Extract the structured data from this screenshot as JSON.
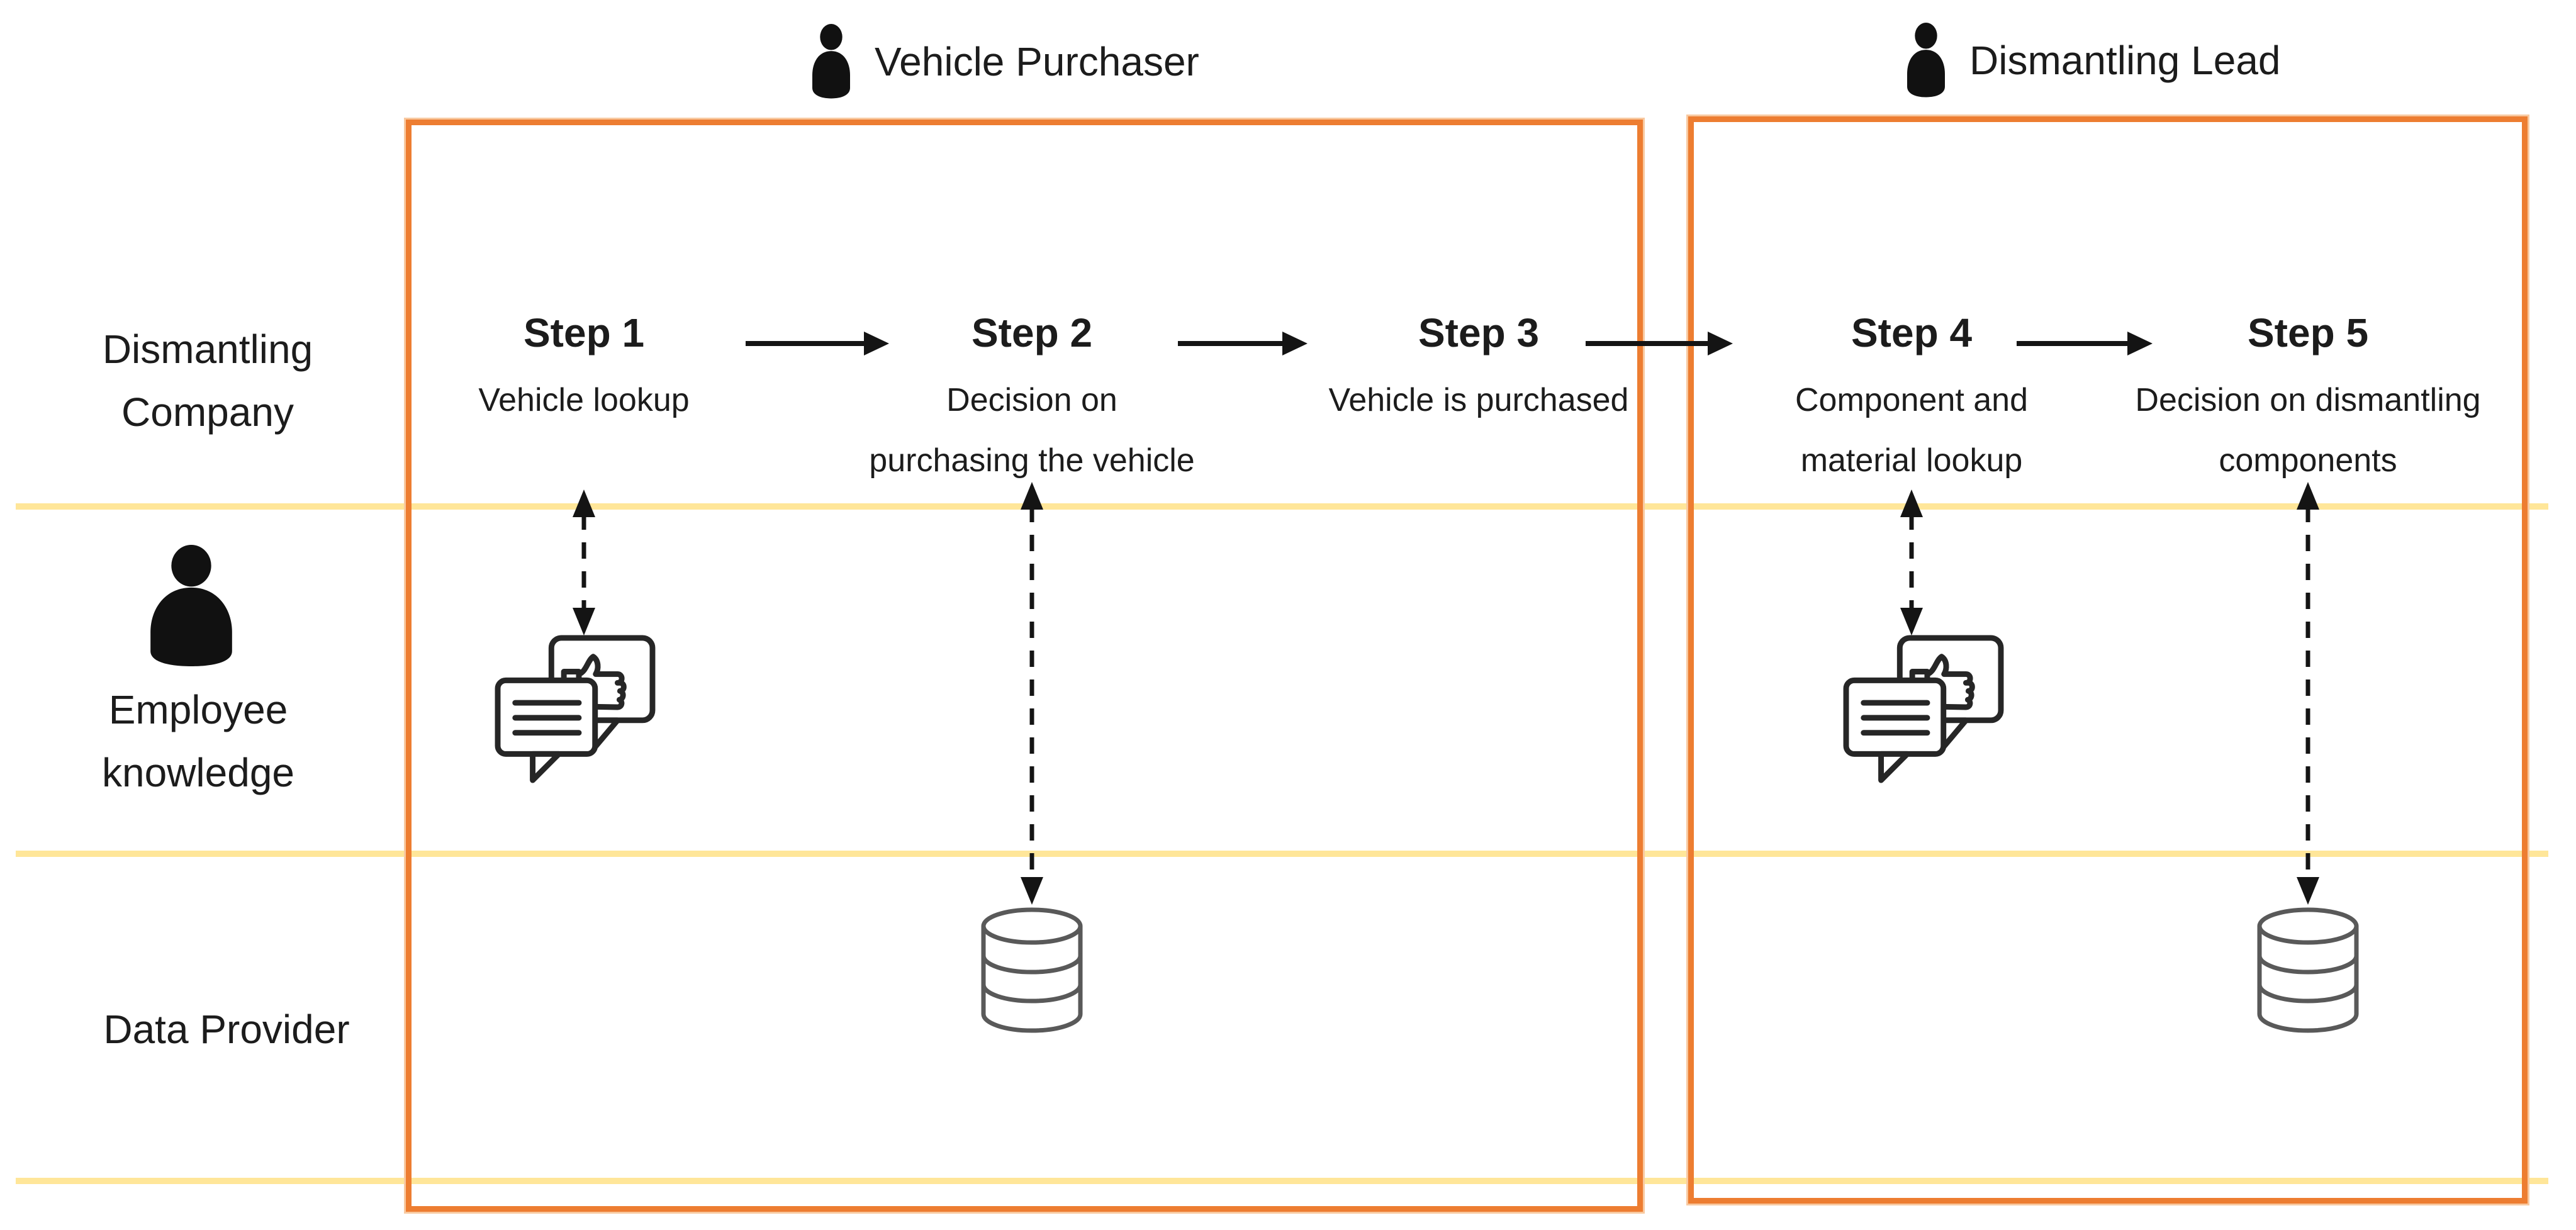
{
  "diagram": {
    "type": "swimlane-process",
    "colors": {
      "background": "#ffffff",
      "phase_box_border": "#ED7D31",
      "lane_divider": "#FFE699",
      "text": "#1c1c1c",
      "flow_arrow": "#141414",
      "dashed_arrow": "#141414",
      "feedback_icon_stroke": "#262626",
      "database_icon_stroke": "#595959",
      "person_icon_fill": "#111111"
    },
    "headers": [
      {
        "icon": "person-icon",
        "label": "Vehicle Purchaser"
      },
      {
        "icon": "person-icon",
        "label": "Dismantling Lead"
      }
    ],
    "lanes": [
      {
        "name": "dismantling-company",
        "label_lines": [
          "Dismantling",
          "Company"
        ]
      },
      {
        "name": "employee-knowledge",
        "icon": "person-icon",
        "label_lines": [
          "Employee",
          "knowledge"
        ]
      },
      {
        "name": "data-provider",
        "label_lines": [
          "Data Provider"
        ]
      }
    ],
    "steps": [
      {
        "title": "Step 1",
        "subtitle_lines": [
          "Vehicle lookup",
          ""
        ]
      },
      {
        "title": "Step 2",
        "subtitle_lines": [
          "Decision on",
          "purchasing the vehicle"
        ]
      },
      {
        "title": "Step 3",
        "subtitle_lines": [
          "Vehicle is purchased",
          ""
        ]
      },
      {
        "title": "Step 4",
        "subtitle_lines": [
          "Component and",
          "material lookup"
        ]
      },
      {
        "title": "Step 5",
        "subtitle_lines": [
          "Decision on dismantling",
          "components"
        ]
      }
    ],
    "connections": {
      "flow_arrows": [
        "Step 1 to Step 2",
        "Step 2 to Step 3",
        "Step 3 to Step 4",
        "Step 4 to Step 5"
      ],
      "dashed_links": [
        "Step 1 to Employee knowledge (feedback icon)",
        "Step 2 to Data Provider (database icon)",
        "Step 4 to Employee knowledge (feedback icon)",
        "Step 5 to Data Provider (database icon)"
      ]
    },
    "icons": {
      "knowledge": "feedback-chat-thumbs-up-icon",
      "data": "database-icon"
    }
  }
}
